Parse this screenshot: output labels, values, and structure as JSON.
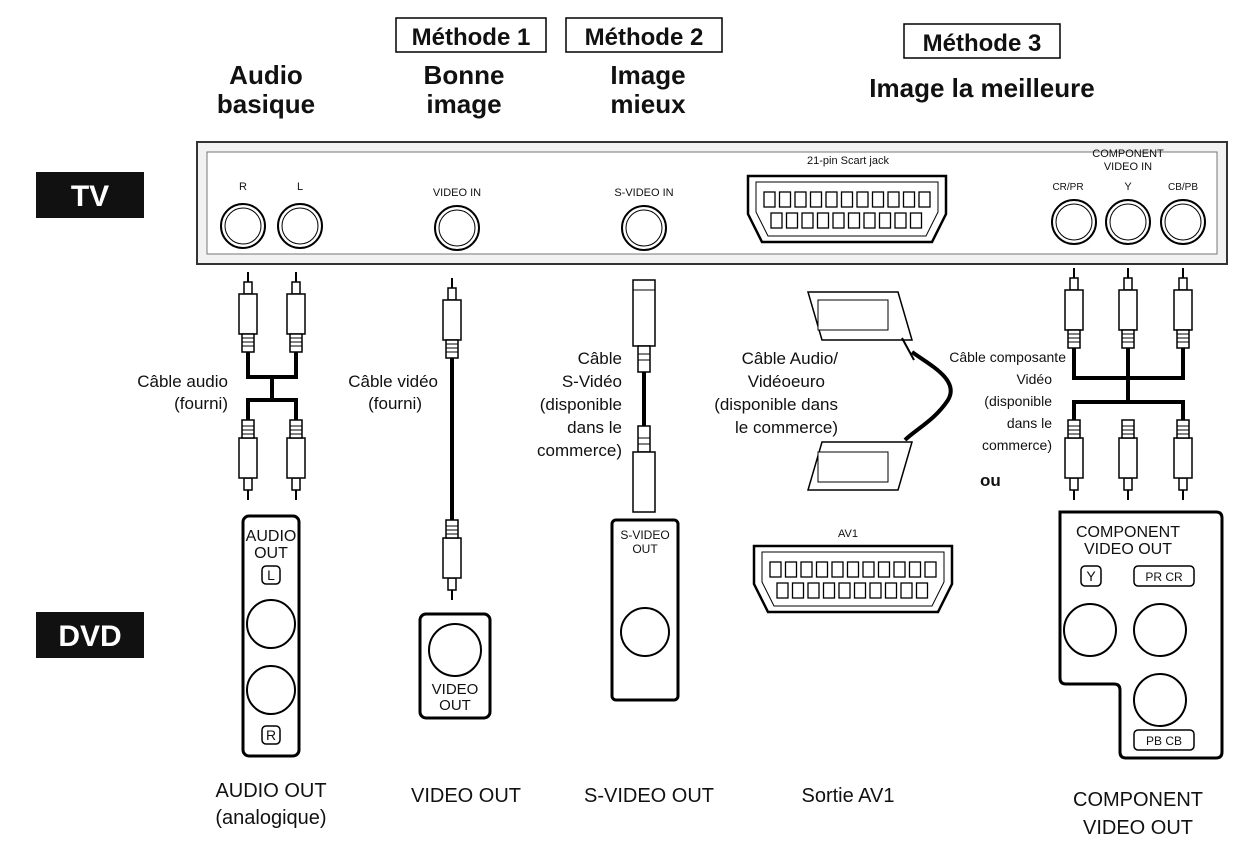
{
  "headings": {
    "audio_line1": "Audio",
    "audio_line2": "basique",
    "method1_box": "Méthode 1",
    "method1_line1": "Bonne",
    "method1_line2": "image",
    "method2_box": "Méthode 2",
    "method2_line1": "Image",
    "method2_line2": "mieux",
    "method3_box": "Méthode 3",
    "method3_line1": "Image la meilleure"
  },
  "side_labels": {
    "tv": "TV",
    "dvd": "DVD"
  },
  "tv_panel": {
    "audio_r": "R",
    "audio_l": "L",
    "video_in": "VIDEO IN",
    "svideo_in": "S-VIDEO IN",
    "scart": "21-pin Scart jack",
    "component_line1": "COMPONENT",
    "component_line2": "VIDEO IN",
    "cr_pr": "CR/PR",
    "y": "Y",
    "cb_pb": "CB/PB"
  },
  "cables": {
    "audio_line1": "Câble audio",
    "audio_line2": "(fourni)",
    "video_line1": "Câble vidéo",
    "video_line2": "(fourni)",
    "svideo_line1": "Câble",
    "svideo_line2": "S-Vidéo",
    "svideo_line3": "(disponible",
    "svideo_line4": "dans le",
    "svideo_line5": "commerce)",
    "scart_line1": "Câble Audio/",
    "scart_line2": "Vidéoeuro",
    "scart_line3": "(disponible dans",
    "scart_line4": "le commerce)",
    "comp_line1": "Câble composante",
    "comp_line2": "Vidéo",
    "comp_line3": "(disponible",
    "comp_line4": "dans le",
    "comp_line5": "commerce)",
    "ou": "ou"
  },
  "dvd_panels": {
    "audio_out_line1": "AUDIO",
    "audio_out_line2": "OUT",
    "audio_l": "L",
    "audio_r": "R",
    "video_out_line1": "VIDEO",
    "video_out_line2": "OUT",
    "svideo_out_line1": "S-VIDEO",
    "svideo_out_line2": "OUT",
    "av1": "AV1",
    "comp_out_line1": "COMPONENT",
    "comp_out_line2": "VIDEO OUT",
    "y": "Y",
    "pr_cr": "PR CR",
    "pb_cb": "PB CB"
  },
  "bottom_labels": {
    "audio_out_line1": "AUDIO OUT",
    "audio_out_line2": "(analogique)",
    "video_out": "VIDEO OUT",
    "svideo_out": "S-VIDEO OUT",
    "av1_out": "Sortie AV1",
    "comp_out_line1": "COMPONENT",
    "comp_out_line2": "VIDEO OUT"
  }
}
